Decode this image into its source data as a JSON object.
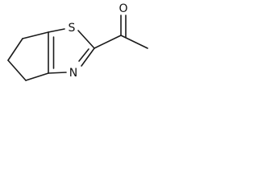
{
  "molecule": {
    "atom_labels": {
      "oxygen": "O",
      "sulfur": "S",
      "nitrogen": "N"
    },
    "bond_color": "#1a1a1a",
    "label_color": "#111111"
  }
}
